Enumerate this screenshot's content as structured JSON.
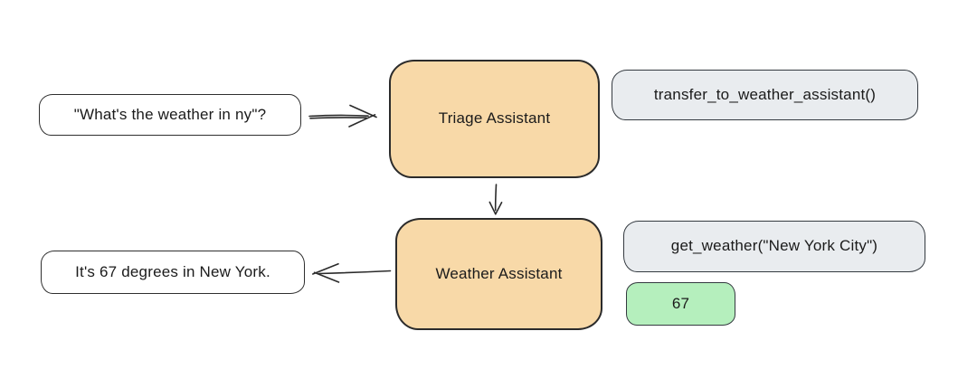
{
  "diagram": {
    "title": "triage-to-weather agent handoff flow",
    "nodes": {
      "user_query": {
        "label": "\"What's the weather in ny\"?"
      },
      "triage": {
        "label": "Triage Assistant"
      },
      "transfer_call": {
        "label": "transfer_to_weather_assistant()"
      },
      "weather": {
        "label": "Weather Assistant"
      },
      "weather_call": {
        "label": "get_weather(\"New York City\")"
      },
      "weather_result": {
        "label": "67"
      },
      "response": {
        "label": "It's 67 degrees in New York."
      }
    },
    "colors": {
      "agent_fill": "#f8d9a8",
      "tool_fill": "#e9ecef",
      "result_fill": "#b5efbd",
      "stroke": "#2b2b2b",
      "background": "#ffffff"
    }
  }
}
